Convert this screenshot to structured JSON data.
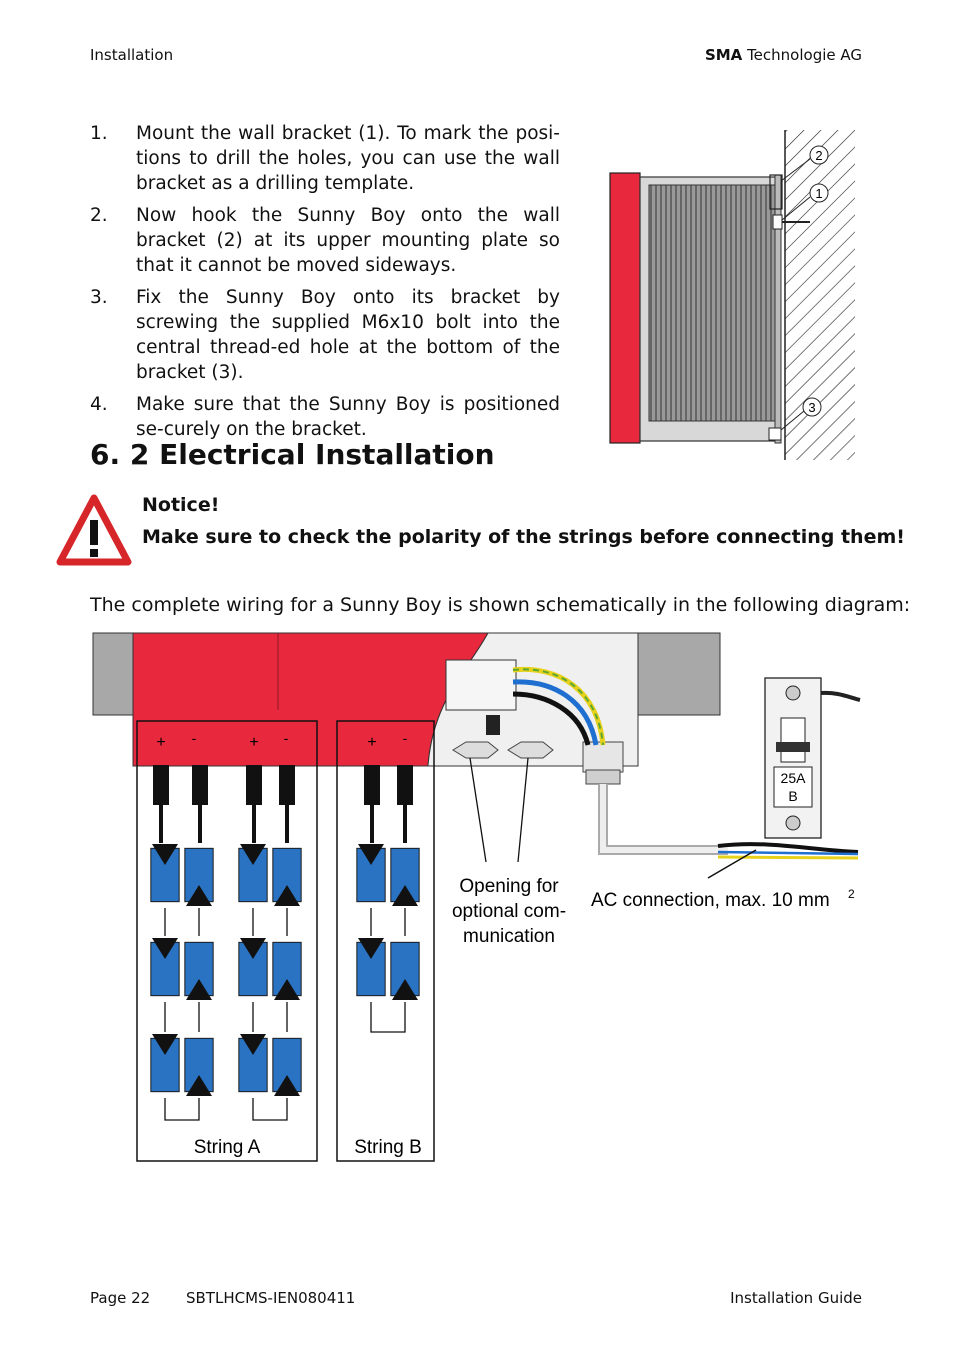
{
  "header": {
    "section": "Installation",
    "brand": "SMA",
    "company": "Technologie AG"
  },
  "steps": [
    {
      "num": "1.",
      "text": "Mount the wall bracket (1). To mark the posi-tions to drill the holes, you can use the wall bracket as a drilling template."
    },
    {
      "num": "2.",
      "text": "Now hook the Sunny Boy onto the wall bracket (2) at its upper mounting plate so that it cannot be moved sideways."
    },
    {
      "num": "3.",
      "text": "Fix the Sunny Boy onto its bracket by screwing the supplied M6x10 bolt into the central thread-ed hole at the bottom of the bracket (3)."
    },
    {
      "num": "4.",
      "text": "Make sure that the Sunny Boy is positioned se-curely on the bracket."
    }
  ],
  "mount_figure": {
    "callout_1": "1",
    "callout_2": "2",
    "callout_3": "3"
  },
  "section_heading": "6. 2 Electrical Installation",
  "notice": {
    "title": "Notice!",
    "text": "Make sure to check the polarity of the strings before connecting them!"
  },
  "intro": "The complete wiring for a Sunny Boy is shown schematically in the following diagram:",
  "wiring": {
    "plus": "+",
    "minus": "-",
    "string_a": "String A",
    "string_b": "String B",
    "opening_label": [
      "Opening for",
      "optional com-",
      "munication"
    ],
    "ac_label": "AC connection, max. 10 mm",
    "ac_superscript": "2",
    "breaker_rating": "25A",
    "breaker_type": "B"
  },
  "footer": {
    "page": "Page 22",
    "doc_id": "SBTLHCMS-IEN080411",
    "guide": "Installation Guide"
  },
  "colors": {
    "inverter_red": "#e8283c",
    "module_blue": "#2a72c2",
    "wire_blue": "#1f6fd0",
    "wire_green": "#5aa832",
    "wire_yellow": "#e8d11a",
    "warning_red": "#d7262a"
  }
}
